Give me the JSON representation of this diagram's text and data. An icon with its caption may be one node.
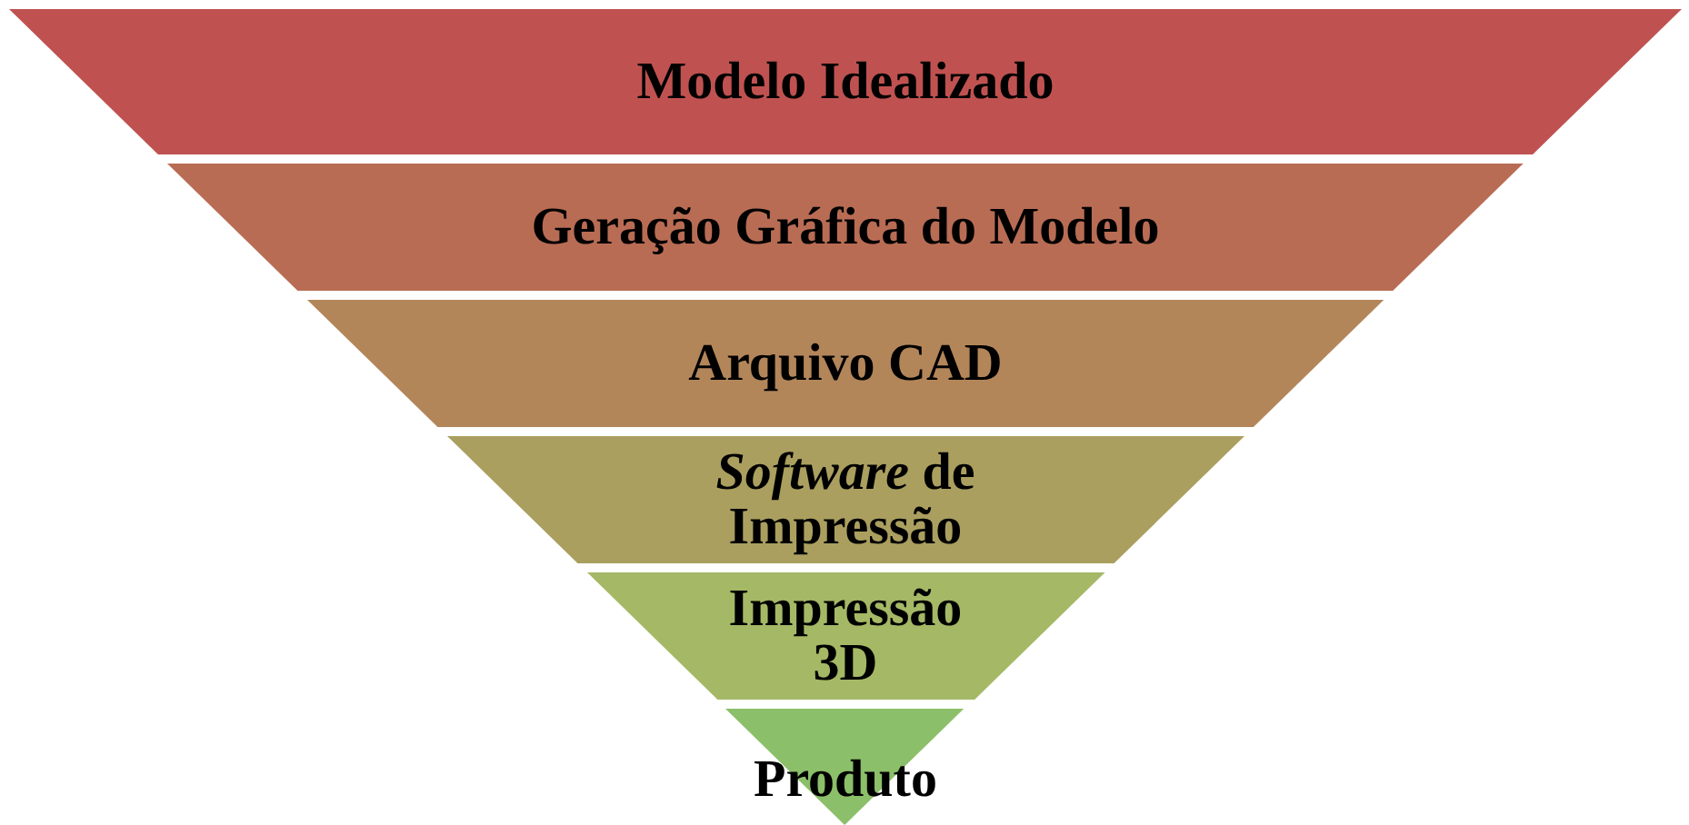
{
  "diagram": {
    "nodes": [
      {
        "text": [
          "Modelo Idealizado"
        ]
      },
      {
        "text": [
          "Geração Gráfica do Modelo"
        ]
      },
      {
        "text": [
          "Arquivo CAD"
        ]
      },
      {
        "text": [
          "*Software* de Impressão"
        ]
      },
      {
        "text": [
          "Impressão 3D"
        ]
      },
      {
        "text": [
          "Produto"
        ]
      }
    ]
  }
}
